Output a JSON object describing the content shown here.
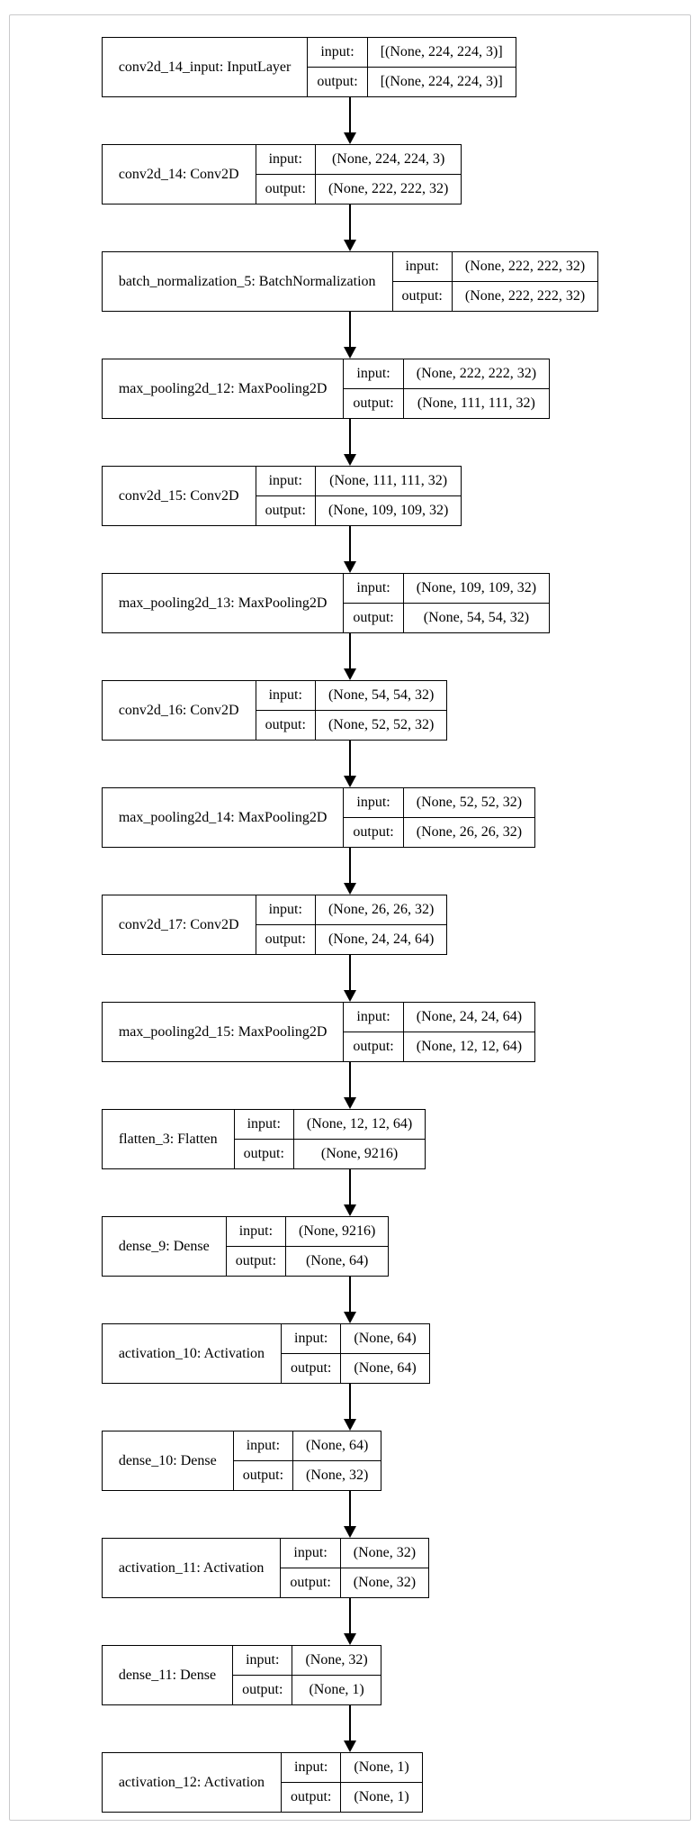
{
  "labels": {
    "input": "input:",
    "output": "output:"
  },
  "layers": [
    {
      "label": "conv2d_14_input: InputLayer",
      "input": "[(None, 224, 224, 3)]",
      "output": "[(None, 224, 224, 3)]"
    },
    {
      "label": "conv2d_14: Conv2D",
      "input": "(None, 224, 224, 3)",
      "output": "(None, 222, 222, 32)"
    },
    {
      "label": "batch_normalization_5: BatchNormalization",
      "input": "(None, 222, 222, 32)",
      "output": "(None, 222, 222, 32)"
    },
    {
      "label": "max_pooling2d_12: MaxPooling2D",
      "input": "(None, 222, 222, 32)",
      "output": "(None, 111, 111, 32)"
    },
    {
      "label": "conv2d_15: Conv2D",
      "input": "(None, 111, 111, 32)",
      "output": "(None, 109, 109, 32)"
    },
    {
      "label": "max_pooling2d_13: MaxPooling2D",
      "input": "(None, 109, 109, 32)",
      "output": "(None, 54, 54, 32)"
    },
    {
      "label": "conv2d_16: Conv2D",
      "input": "(None, 54, 54, 32)",
      "output": "(None, 52, 52, 32)"
    },
    {
      "label": "max_pooling2d_14: MaxPooling2D",
      "input": "(None, 52, 52, 32)",
      "output": "(None, 26, 26, 32)"
    },
    {
      "label": "conv2d_17: Conv2D",
      "input": "(None, 26, 26, 32)",
      "output": "(None, 24, 24, 64)"
    },
    {
      "label": "max_pooling2d_15: MaxPooling2D",
      "input": "(None, 24, 24, 64)",
      "output": "(None, 12, 12, 64)"
    },
    {
      "label": "flatten_3: Flatten",
      "input": "(None, 12, 12, 64)",
      "output": "(None, 9216)"
    },
    {
      "label": "dense_9: Dense",
      "input": "(None, 9216)",
      "output": "(None, 64)"
    },
    {
      "label": "activation_10: Activation",
      "input": "(None, 64)",
      "output": "(None, 64)"
    },
    {
      "label": "dense_10: Dense",
      "input": "(None, 64)",
      "output": "(None, 32)"
    },
    {
      "label": "activation_11: Activation",
      "input": "(None, 32)",
      "output": "(None, 32)"
    },
    {
      "label": "dense_11: Dense",
      "input": "(None, 32)",
      "output": "(None, 1)"
    },
    {
      "label": "activation_12: Activation",
      "input": "(None, 1)",
      "output": "(None, 1)"
    }
  ],
  "colors": {
    "background": "#ffffff",
    "frame_border": "#c9c9cb",
    "box_border": "#000000",
    "text": "#000000",
    "arrow": "#000000"
  }
}
